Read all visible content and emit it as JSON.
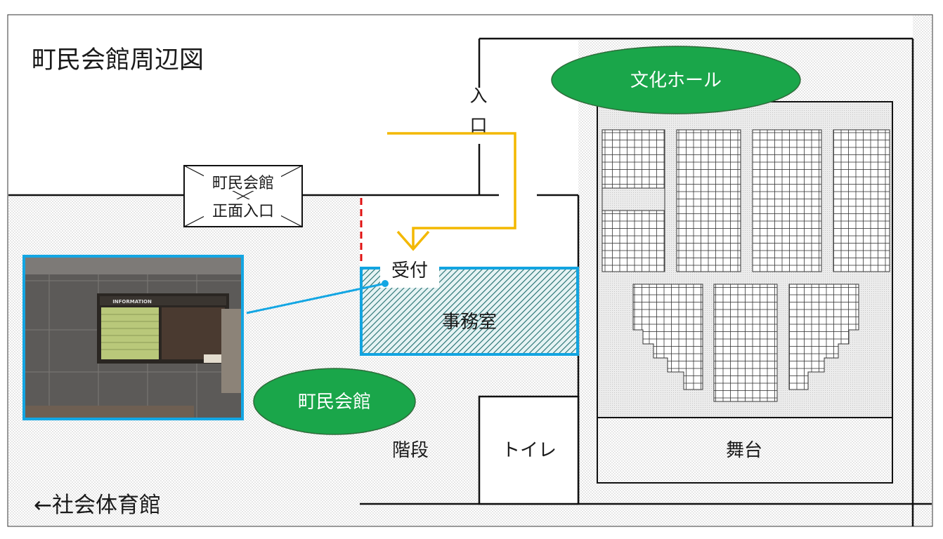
{
  "title": "町民会館周辺図",
  "labels": {
    "entrance_char1": "入",
    "entrance_char2": "口",
    "front_entrance_line1": "町民会館",
    "front_entrance_line2": "正面入口",
    "reception": "受付",
    "office": "事務室",
    "hall_badge": "文化ホール",
    "kaikan_badge": "町民会館",
    "stairs": "階段",
    "toilet": "トイレ",
    "stage": "舞台",
    "gym_direction": "←社会体育館"
  },
  "photo": {
    "sign_text": "INFORMATION"
  },
  "colors": {
    "badge_green": "#1aa64a",
    "route_yellow": "#f3b800",
    "callout_blue": "#13a6e3",
    "dash_red": "#e01010"
  }
}
